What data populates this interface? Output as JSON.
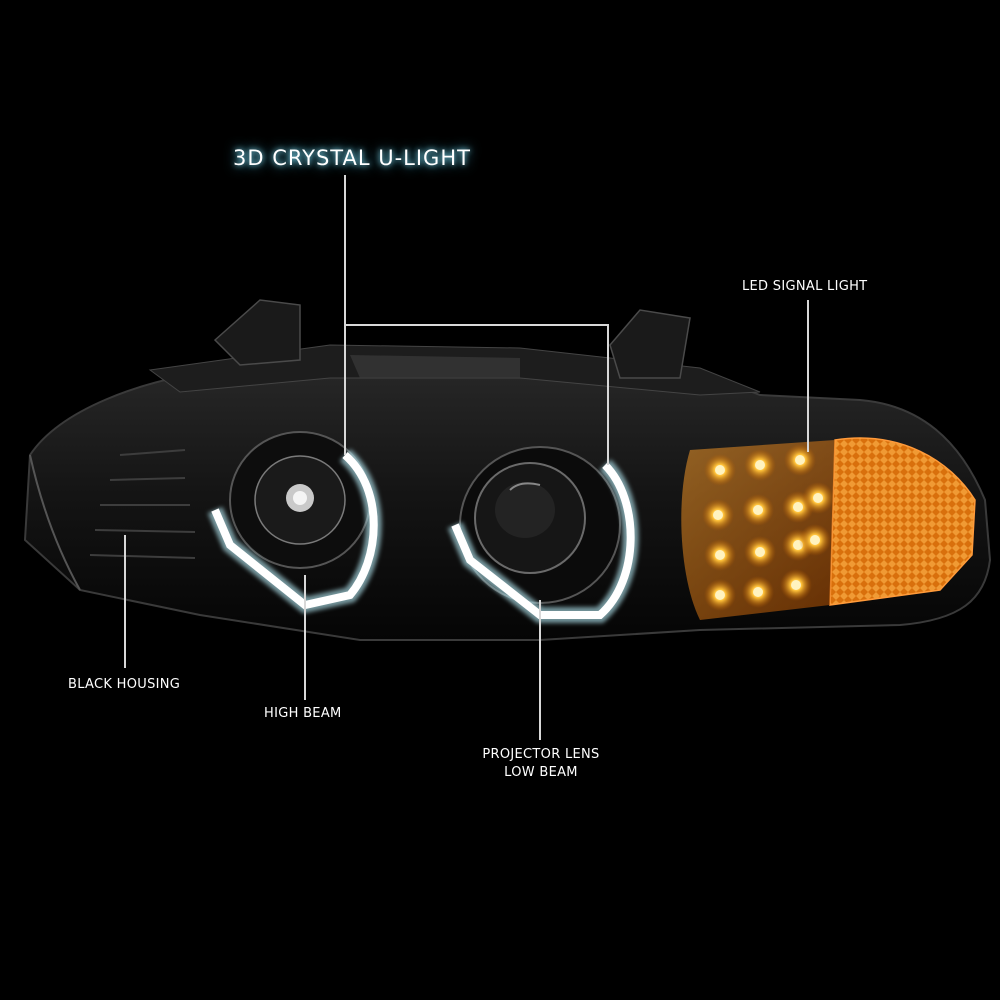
{
  "callouts": {
    "title": "3D CRYSTAL U-LIGHT",
    "led_signal": "LED SIGNAL LIGHT",
    "black_housing": "BLACK HOUSING",
    "high_beam": "HIGH BEAM",
    "projector_line1": "PROJECTOR LENS",
    "projector_line2": "LOW BEAM"
  },
  "colors": {
    "background": "#000000",
    "halo_glow": "#8fe9ff",
    "led_amber": "#ffb020",
    "reflector_orange": "#e07a10",
    "leader_line": "#d8d8d8"
  }
}
